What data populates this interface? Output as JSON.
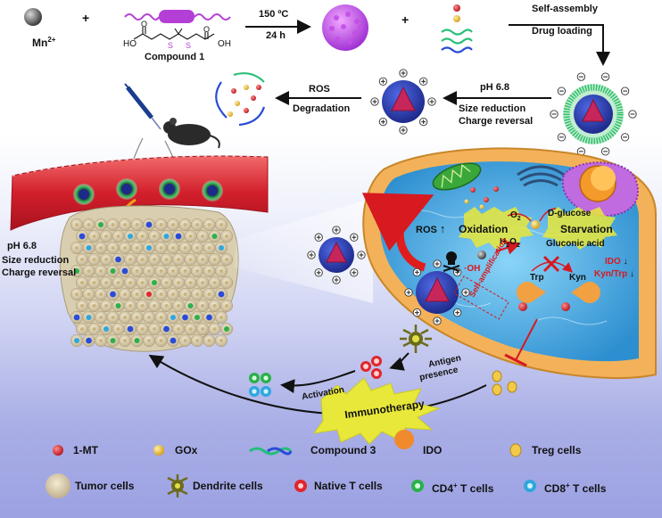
{
  "top_row": {
    "mn_label": "Mn",
    "mn_sup": "2+",
    "compound1": "Compound 1",
    "chem_ho": "HO",
    "chem_oh": "OH",
    "chem_o1": "O",
    "chem_o2": "O",
    "chem_s1": "S",
    "chem_s2": "S",
    "temp": "150 ºC",
    "time": "24 h",
    "plus": "+",
    "self_assembly": "Self-assembly",
    "drug_loading": "Drug loading"
  },
  "second_row": {
    "ph": "pH 6.8",
    "size_reduction": "Size reduction",
    "charge_reversal": "Charge reversal",
    "ros": "ROS",
    "degradation": "Degradation"
  },
  "vessel": {
    "ph": "pH 6.8",
    "size_reduction": "Size reduction",
    "charge_reversal": "Charge reversal"
  },
  "cell": {
    "ros": "ROS",
    "oxidation": "Oxidation",
    "starvation": "Starvation",
    "o2": "O",
    "o2_sub": "2",
    "h2o2_a": "H",
    "h2o2_sub1": "2",
    "h2o2_b": "O",
    "h2o2_sub2": "2",
    "oh": "·OH",
    "d_glucose": "D-glucose",
    "gluconic_acid": "Gluconic acid",
    "trp": "Trp",
    "kyn": "Kyn",
    "ido": "IDO",
    "kyn_trp": "Kyn/Trp",
    "self_amplification": "Self-amplification"
  },
  "bottom": {
    "antigen": "Antigen",
    "presence": "presence",
    "activation": "Activation",
    "immunotherapy": "Immunotherapy"
  },
  "legend": [
    {
      "label": "1-MT"
    },
    {
      "label": "GOx"
    },
    {
      "label": "Compound 3"
    },
    {
      "label": "IDO"
    },
    {
      "label": "Treg cells"
    },
    {
      "label": "Tumor cells"
    },
    {
      "label": "Dendrite cells"
    },
    {
      "label": "Native T cells"
    },
    {
      "label": "CD4",
      "sup": "+",
      "rest": " T cells"
    },
    {
      "label": "CD8",
      "sup": "+",
      "rest": " T cells"
    }
  ],
  "colors": {
    "one_mt": "#d9262b",
    "gox": "#e8b92a",
    "compound3_a": "#20c07a",
    "compound3_b": "#2a4bd8",
    "ido": "#f08a2c",
    "treg": "#f3c94a",
    "nanoparticle": "#2c3fb8",
    "vessel": "#d62b3a",
    "cell_membrane": "#f3b25a",
    "cytoplasm": "#5ab8ea",
    "cd4": "#2bb04a",
    "cd8": "#2ea7df",
    "native_t": "#e0262b",
    "immuno_burst": "#e8e83a"
  }
}
